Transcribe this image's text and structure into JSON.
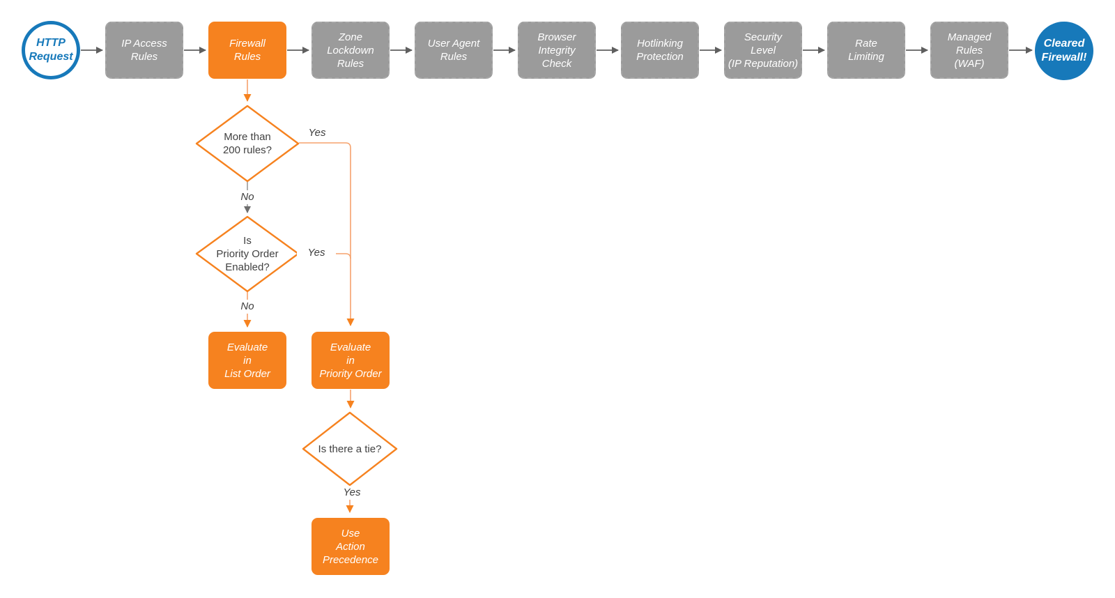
{
  "colors": {
    "accent_orange": "#f6821f",
    "connector_orange": "#f5a26d",
    "step_gray": "#9b9b9b",
    "brand_blue": "#1779ba",
    "connector_gray": "#5f5f5f",
    "text_dark": "#414141",
    "text_white": "#ffffff"
  },
  "top_row": [
    {
      "id": "http-request",
      "kind": "start-circle",
      "lines": [
        "HTTP",
        "Request"
      ]
    },
    {
      "id": "ip-access-rules",
      "kind": "step",
      "lines": [
        "IP Access",
        "Rules"
      ]
    },
    {
      "id": "firewall-rules",
      "kind": "step-active",
      "lines": [
        "Firewall",
        "Rules"
      ]
    },
    {
      "id": "zone-lockdown-rules",
      "kind": "step",
      "lines": [
        "Zone",
        "Lockdown",
        "Rules"
      ]
    },
    {
      "id": "user-agent-rules",
      "kind": "step",
      "lines": [
        "User Agent",
        "Rules"
      ]
    },
    {
      "id": "browser-integrity-check",
      "kind": "step",
      "lines": [
        "Browser",
        "Integrity",
        "Check"
      ]
    },
    {
      "id": "hotlinking-protection",
      "kind": "step",
      "lines": [
        "Hotlinking",
        "Protection"
      ]
    },
    {
      "id": "security-level",
      "kind": "step",
      "lines": [
        "Security",
        "Level",
        "(IP Reputation)"
      ]
    },
    {
      "id": "rate-limiting",
      "kind": "step",
      "lines": [
        "Rate",
        "Limiting"
      ]
    },
    {
      "id": "managed-rules-waf",
      "kind": "step",
      "lines": [
        "Managed",
        "Rules",
        "(WAF)"
      ]
    },
    {
      "id": "cleared-firewall",
      "kind": "end-circle",
      "lines": [
        "Cleared",
        "Firewall!"
      ]
    }
  ],
  "decisions": [
    {
      "id": "more-than-200-rules",
      "lines": [
        "More than",
        "200 rules?"
      ]
    },
    {
      "id": "priority-order-enabled",
      "lines": [
        "Is",
        "Priority Order",
        "Enabled?"
      ]
    },
    {
      "id": "is-there-a-tie",
      "lines": [
        "Is there a tie?"
      ]
    }
  ],
  "actions": [
    {
      "id": "evaluate-in-list-order",
      "lines": [
        "Evaluate",
        "in",
        "List Order"
      ]
    },
    {
      "id": "evaluate-in-priority-order",
      "lines": [
        "Evaluate",
        "in",
        "Priority Order"
      ]
    },
    {
      "id": "use-action-precedence",
      "lines": [
        "Use",
        "Action",
        "Precedence"
      ]
    }
  ],
  "edge_labels": {
    "d1_yes": "Yes",
    "d1_no": "No",
    "d2_yes": "Yes",
    "d2_no": "No",
    "d3_yes": "Yes"
  }
}
